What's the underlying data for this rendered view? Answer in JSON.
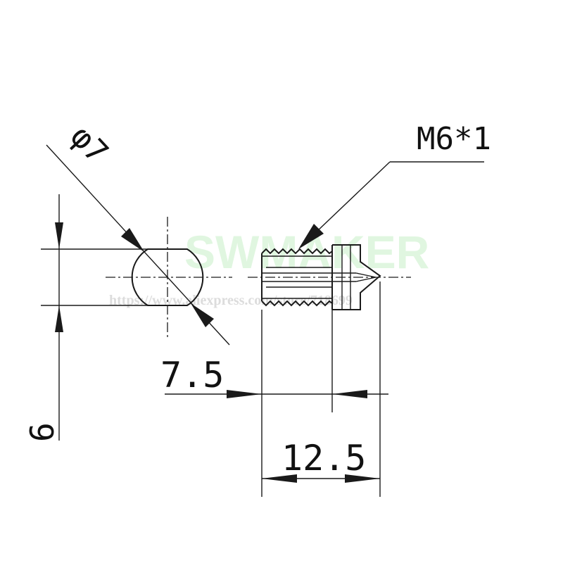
{
  "dimensions": {
    "diameter": "φ7",
    "height": "6",
    "left_length": "7.5",
    "total_length": "12.5",
    "thread": "M6*1"
  },
  "watermark": {
    "logo": "SWMAKER",
    "url": "https://www.aliexpress.com/store/718699"
  }
}
